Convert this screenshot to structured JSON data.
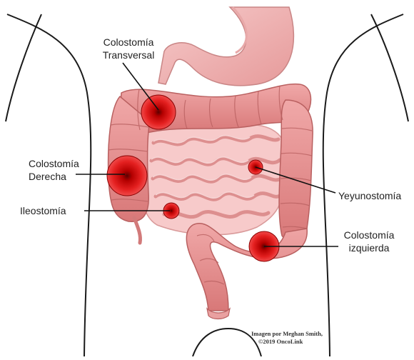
{
  "labels": {
    "colostomia_transversal": {
      "line1": "Colostomía",
      "line2": "Transversal"
    },
    "colostomia_derecha": {
      "line1": "Colostomía",
      "line2": "Derecha"
    },
    "ileostomia": "Ileostomía",
    "yeyunostomia": "Yeyunostomía",
    "colostomia_izquierda": {
      "line1": "Colostomía",
      "line2": "izquierda"
    }
  },
  "credit": {
    "line1": "Imagen por Meghan Smith,",
    "line2": "©2019 OncoLink"
  },
  "colors": {
    "intestine": "#e98f8f",
    "intestine_dark": "#c46262",
    "stomach": "#f1b3b3",
    "stoma": "#e01818",
    "stoma_dark": "#9e0000",
    "outline": "#222222"
  }
}
